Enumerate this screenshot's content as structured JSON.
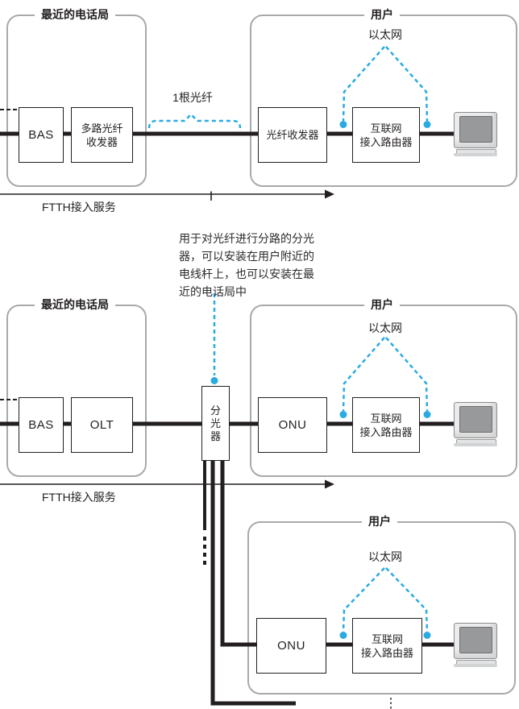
{
  "colors": {
    "accent_blue": "#29abe2",
    "line_black": "#231f20",
    "frame_gray": "#a7a9ac"
  },
  "scenario1": {
    "office": {
      "title": "最近的电话局",
      "bas_label": "BAS",
      "transceiver_line1": "多路光纤",
      "transceiver_line2": "收发器"
    },
    "fiber_count_label": "1根光纤",
    "user": {
      "title": "用户",
      "ethernet_label": "以太网",
      "media_converter_label": "光纤收发器",
      "router_line1": "互联网",
      "router_line2": "接入路由器"
    },
    "ftth_service_label": "FTTH接入服务"
  },
  "scenario2": {
    "splitter_note_lines": [
      "用于对光纤进行分路的分光",
      "器，可以安装在用户附近的",
      "电线杆上，也可以安装在最",
      "近的电话局中"
    ],
    "office": {
      "title": "最近的电话局",
      "bas_label": "BAS",
      "olt_label": "OLT"
    },
    "splitter_label_chars": [
      "分",
      "光",
      "器"
    ],
    "user_top": {
      "title": "用户",
      "ethernet_label": "以太网",
      "onu_label": "ONU",
      "router_line1": "互联网",
      "router_line2": "接入路由器"
    },
    "user_bottom": {
      "title": "用户",
      "ethernet_label": "以太网",
      "onu_label": "ONU",
      "router_line1": "互联网",
      "router_line2": "接入路由器"
    },
    "ftth_service_label": "FTTH接入服务"
  }
}
